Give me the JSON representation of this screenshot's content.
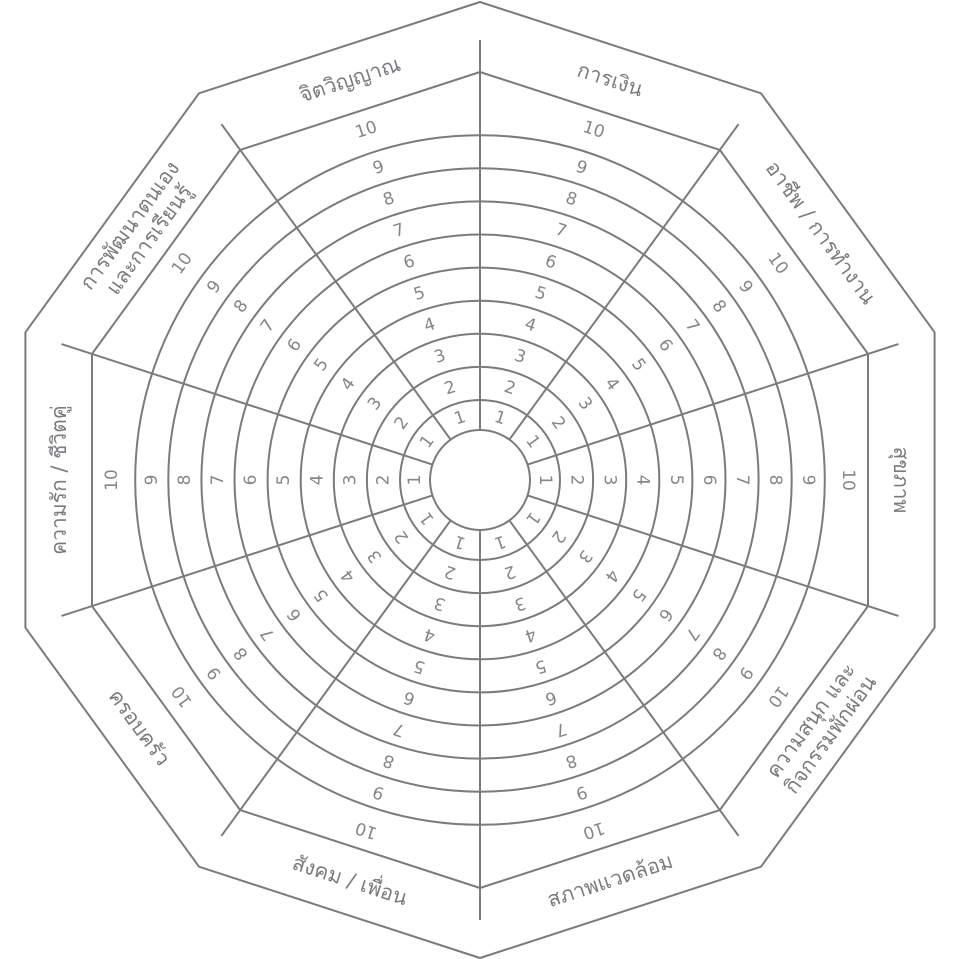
{
  "scale": [
    "1",
    "2",
    "3",
    "4",
    "5",
    "6",
    "7",
    "8",
    "9",
    "10"
  ],
  "sections": [
    {
      "lines": [
        "การเงิน"
      ]
    },
    {
      "lines": [
        "อาชีพ / การทำงาน"
      ]
    },
    {
      "lines": [
        "สุขภาพ"
      ]
    },
    {
      "lines": [
        "ความสนุก และ",
        "กิจกรรมพักผ่อน"
      ]
    },
    {
      "lines": [
        "สภาพแวดล้อม"
      ]
    },
    {
      "lines": [
        "สังคม / เพื่อน"
      ]
    },
    {
      "lines": [
        "ครอบครัว"
      ]
    },
    {
      "lines": [
        "ความรัก / ชีวิตคู่"
      ]
    },
    {
      "lines": [
        "การพัฒนาตนเอง",
        "และการเรียนรู้"
      ]
    },
    {
      "lines": [
        "จิตวิญญาณ"
      ]
    }
  ],
  "colors": {
    "line": "#7b7b7f",
    "text": "#86868a"
  }
}
